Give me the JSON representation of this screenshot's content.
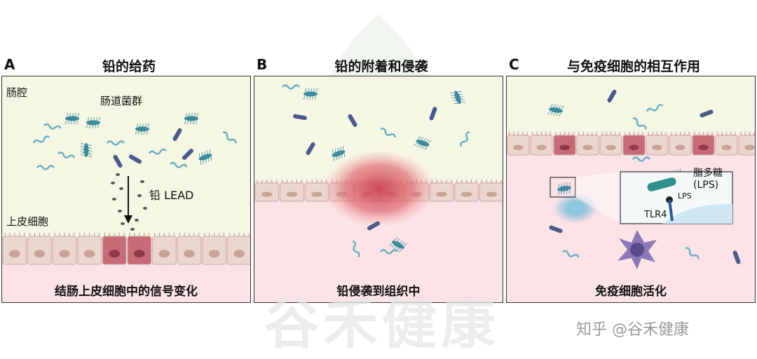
{
  "panels": [
    {
      "letter": "A",
      "title": "铅的给药",
      "lumen_label": "肠腔",
      "bacteria_label": "肠道菌群",
      "lead_label": "铅 LEAD",
      "epithelium_label": "上皮细胞",
      "caption": "结肠上皮细胞中的信号变化"
    },
    {
      "letter": "B",
      "title": "铅的附着和侵袭",
      "caption": "铅侵袭到组织中"
    },
    {
      "letter": "C",
      "title": "与免疫细胞的相互作用",
      "lps_label": "脂多糖\n(LPS)",
      "lps_small": "LPS",
      "tlr4_label": "TLR4",
      "caption": "免疫细胞活化"
    }
  ],
  "watermark": {
    "big": "谷禾健康",
    "small": "知乎 @谷禾健康"
  },
  "colors": {
    "lumen": "#f6f6e4",
    "tissue": "#fbe3e6",
    "cell": "#ecd7d0",
    "cell_red": "#c96a78",
    "bacteria": "#3c8a9c",
    "rod": "#4a5a8a"
  }
}
